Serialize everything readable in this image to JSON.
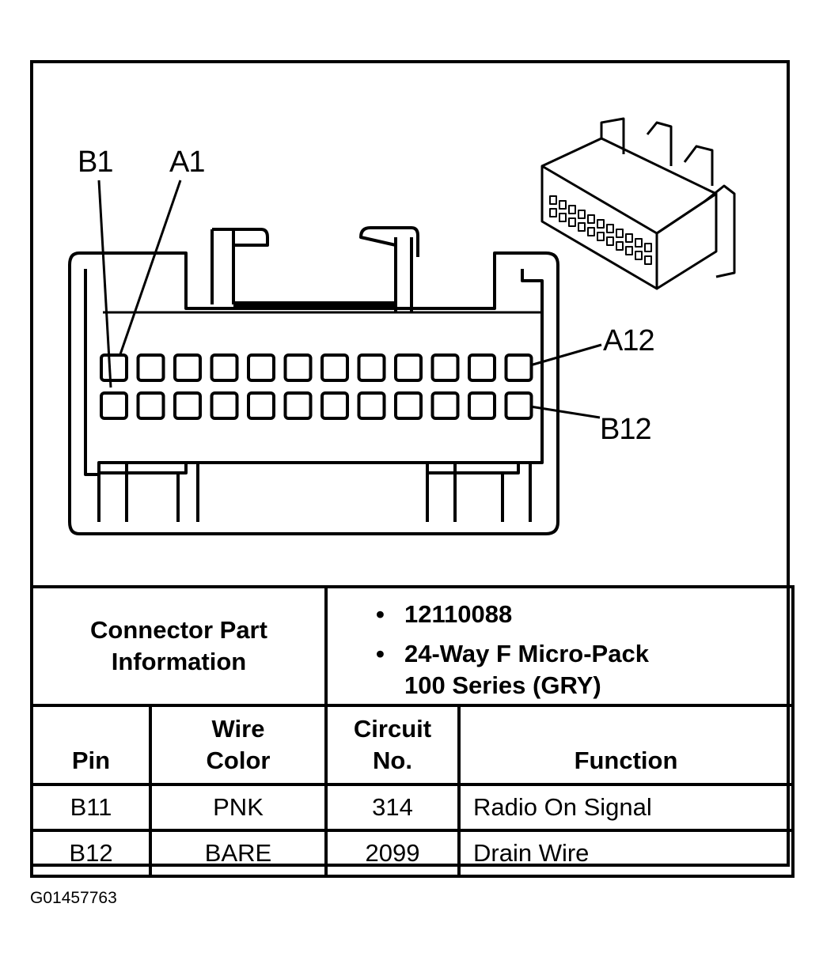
{
  "pin_labels": {
    "b1": "B1",
    "a1": "A1",
    "a12": "A12",
    "b12": "B12"
  },
  "connector_part_info": {
    "label_line1": "Connector Part",
    "label_line2": "Information",
    "items": [
      "12110088",
      "24-Way F Micro-Pack",
      "100 Series (GRY)"
    ]
  },
  "table": {
    "headers": {
      "pin": "Pin",
      "wire_color_line1": "Wire",
      "wire_color_line2": "Color",
      "circuit_line1": "Circuit",
      "circuit_line2": "No.",
      "function": "Function"
    },
    "rows": [
      {
        "pin": "B11",
        "wire_color": "PNK",
        "circuit": "314",
        "function": "Radio On Signal"
      },
      {
        "pin": "B12",
        "wire_color": "BARE",
        "circuit": "2099",
        "function": "Drain Wire"
      }
    ]
  },
  "caption": "G01457763",
  "colors": {
    "ink": "#000000",
    "paper": "#ffffff"
  }
}
